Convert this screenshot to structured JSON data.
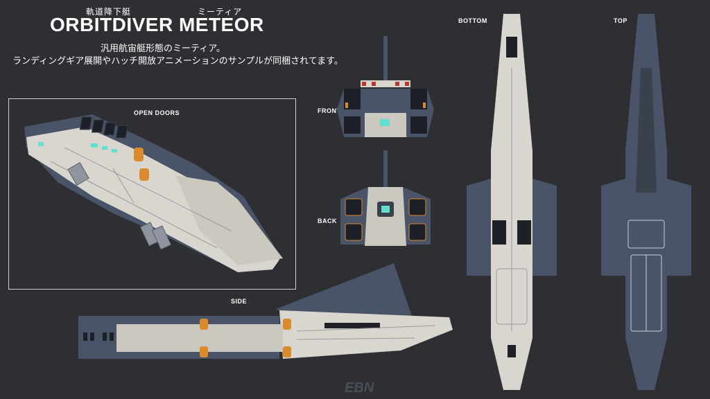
{
  "header": {
    "kanji_title": "軌道降下艇",
    "main_title": "ORBITDIVER METEOR",
    "katakana_name": "ミーティア",
    "description_line1": "汎用航宙艇形態のミーティア。",
    "description_line2": "ランディングギア展開やハッチ開放アニメーションのサンプルが同梱されてます。"
  },
  "views": {
    "open_doors": "OPEN DOORS",
    "front": "FRONT",
    "back": "BACK",
    "side": "SIDE",
    "bottom": "BOTTOM",
    "top": "TOP"
  },
  "colors": {
    "background": "#2d2f33",
    "hull_light": "#d9d6cf",
    "hull_dark": "#4a5468",
    "accent_orange": "#d98a2b",
    "accent_cyan": "#5fe0d0"
  }
}
